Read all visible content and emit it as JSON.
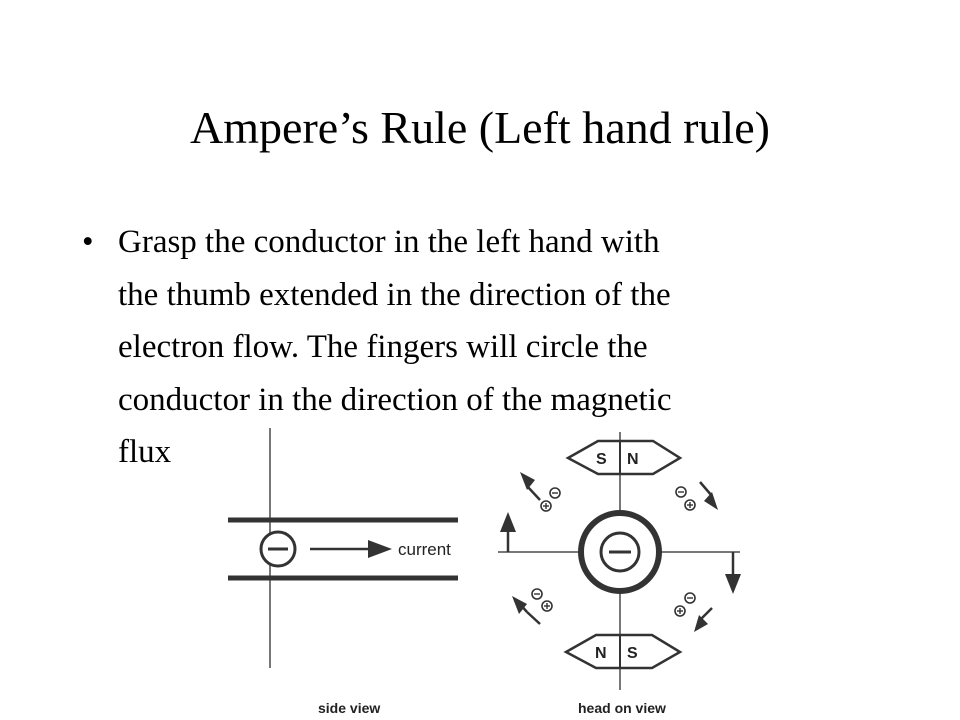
{
  "slide": {
    "title": "Ampere’s Rule (Left hand rule)",
    "bullet_symbol": "•",
    "bullet_lines": [
      "Grasp the conductor in the left hand with",
      "the thumb extended in the direction of the",
      "electron flow. The fingers will circle the",
      "conductor in the direction of the magnetic",
      "flux"
    ]
  },
  "figure": {
    "side_view": {
      "current_label": "current",
      "caption": "side view"
    },
    "head_on_view": {
      "caption": "head on view",
      "top_compass": {
        "left_pole": "S",
        "right_pole": "N"
      },
      "bottom_compass": {
        "left_pole": "N",
        "right_pole": "S"
      }
    }
  }
}
